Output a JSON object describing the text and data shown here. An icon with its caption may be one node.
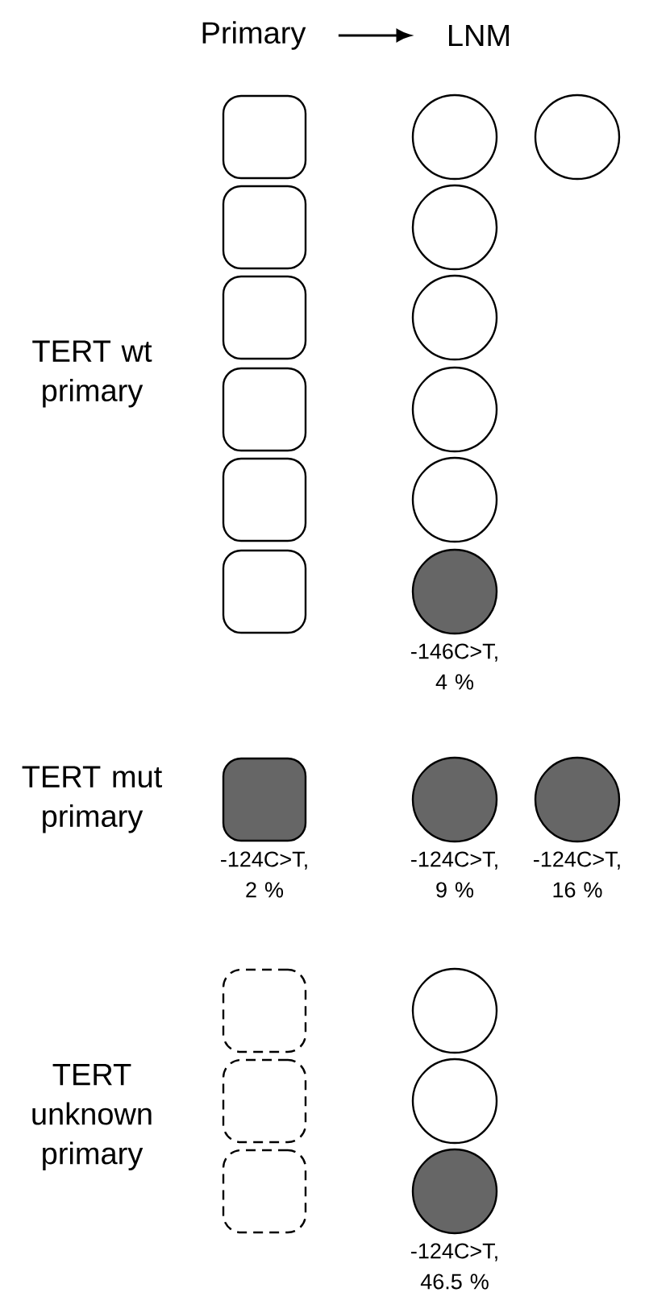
{
  "diagram": {
    "nodes": [
      {
        "text": [
          "Primary"
        ]
      },
      {
        "text": [
          "LNM"
        ]
      },
      {
        "text": [],
        "shape": "box"
      },
      {
        "text": [],
        "shape": "circle"
      },
      {
        "text": [],
        "shape": "circle"
      },
      {
        "text": [],
        "shape": "box"
      },
      {
        "text": [],
        "shape": "circle"
      },
      {
        "text": [],
        "shape": "box"
      },
      {
        "text": [],
        "shape": "circle"
      },
      {
        "text": [],
        "shape": "box"
      },
      {
        "text": [],
        "shape": "circle"
      },
      {
        "text": [],
        "shape": "box"
      },
      {
        "text": [],
        "shape": "circle"
      },
      {
        "text": [],
        "shape": "box"
      },
      {
        "text": [],
        "shape": "circle",
        "beside": [
          "-146C>T, 4 %"
        ]
      },
      {
        "text": [],
        "shape": "box",
        "beside": [
          "-124C>T, 2 %"
        ]
      },
      {
        "text": [],
        "shape": "circle",
        "beside": [
          "-124C>T, 9 %"
        ]
      },
      {
        "text": [],
        "shape": "circle",
        "beside": [
          "-124C>T, 16 %"
        ]
      },
      {
        "text": [],
        "shape": "box"
      },
      {
        "text": [],
        "shape": "circle"
      },
      {
        "text": [],
        "shape": "box"
      },
      {
        "text": [],
        "shape": "circle"
      },
      {
        "text": [],
        "shape": "box"
      },
      {
        "text": [],
        "shape": "circle",
        "beside": [
          "-124C>T, 46.5 %"
        ]
      }
    ],
    "edges": [
      {
        "from": 0,
        "to": 1,
        "arrow": "to"
      }
    ],
    "labels": [
      "TERT wt primary",
      "TERT mut primary",
      "TERT unknown primary"
    ]
  }
}
